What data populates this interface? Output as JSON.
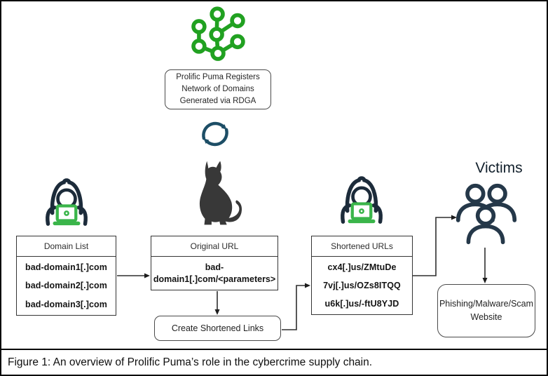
{
  "figure": {
    "caption": "Figure 1: An overview of Prolific Puma’s role in the cybercrime supply chain."
  },
  "register_box": {
    "line1": "Prolific Puma Registers",
    "line2": "Network of Domains",
    "line3": "Generated via RDGA"
  },
  "domain_list": {
    "header": "Domain List",
    "items": [
      "bad-domain1[.]com",
      "bad-domain2[.]com",
      "bad-domain3[.]com"
    ]
  },
  "original_url": {
    "header": "Original URL",
    "value": "bad-domain1[.]com/<parameters>"
  },
  "create_links": {
    "label": "Create Shortened Links"
  },
  "shortened_urls": {
    "header": "Shortened URLs",
    "items": [
      "cx4[.]us/ZMtuDe",
      "7vj[.]us/OZs8ITQQ",
      "u6k[.]us/-ftU8YJD"
    ]
  },
  "victims": {
    "label": "Victims"
  },
  "website_box": {
    "line1": "Phishing/Malware/Scam",
    "line2": "Website"
  },
  "icons": {
    "network": "rdga-network-icon",
    "refresh": "cycle-refresh-icon",
    "puma": "puma-silhouette-icon",
    "hacker_left": "hooded-hacker-icon",
    "hacker_right": "hooded-hacker-icon",
    "victims_group": "people-group-icon"
  },
  "colors": {
    "network_green": "#21a121",
    "laptop_green": "#3ab54a",
    "hood_navy": "#1c2b3a",
    "people_navy": "#253849",
    "refresh_blue": "#1d4e66",
    "puma_gray": "#383838",
    "connector_black": "#2e2e2e"
  }
}
